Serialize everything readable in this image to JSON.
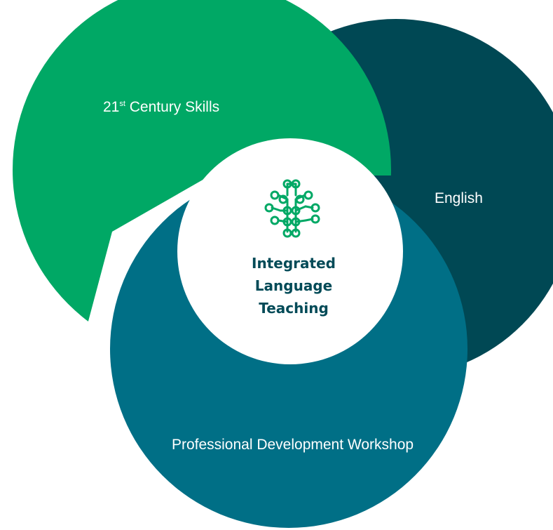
{
  "diagram": {
    "center": {
      "title_lines": [
        "Integrated",
        "Language",
        "Teaching"
      ],
      "icon": "network-nodes-icon"
    },
    "segments": [
      {
        "id": "skills",
        "label_main": "21",
        "label_sup": "st",
        "label_rest": " Century Skills",
        "color": "#00a865"
      },
      {
        "id": "english",
        "label": "English",
        "color": "#004854"
      },
      {
        "id": "pd",
        "label": "Professional Development Workshop",
        "color": "#006f86"
      }
    ],
    "colors": {
      "center_fill": "#ffffff",
      "center_text": "#014a57",
      "icon": "#00a865"
    }
  }
}
